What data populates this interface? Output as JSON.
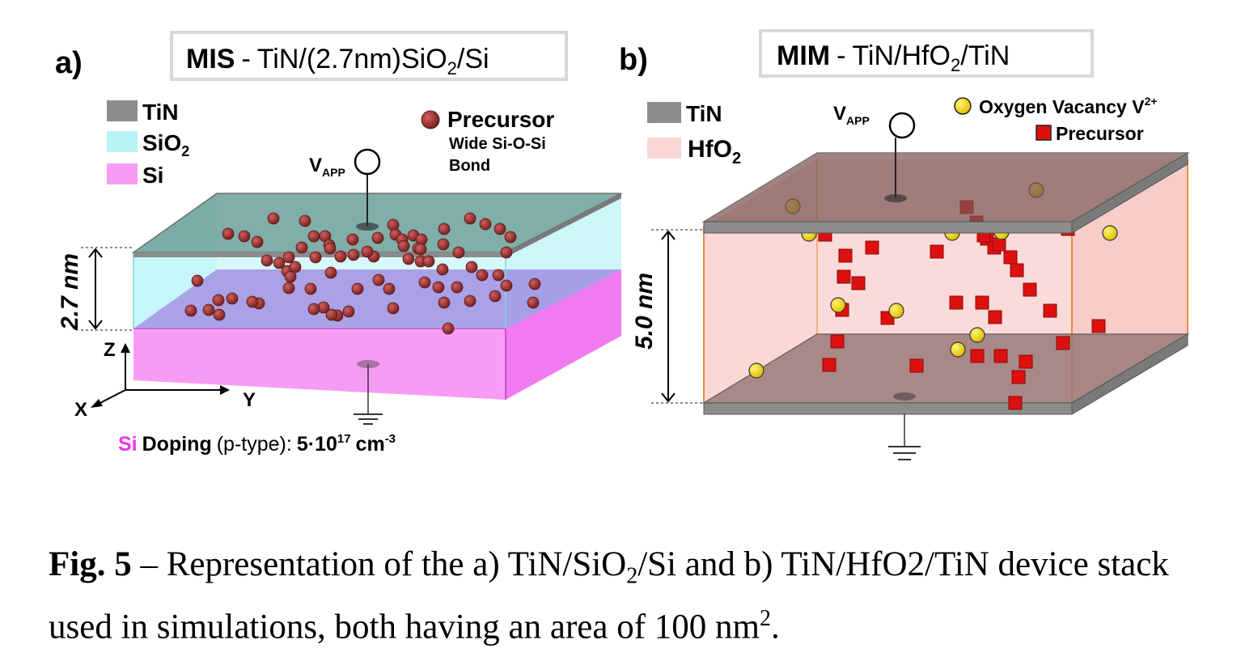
{
  "panel_a": {
    "letter": "a)",
    "title_bold": "MIS",
    "title_dash": "-",
    "title_rest": "TiN/(2.7nm)SiO",
    "title_sub": "2",
    "title_end": "/Si",
    "legend": {
      "tin": "TiN",
      "sio2": "SiO",
      "sio2_sub": "2",
      "si": "Si"
    },
    "precursor_legend": {
      "label": "Precursor",
      "line2": "Wide Si-O-Si",
      "line3": "Bond"
    },
    "vapp": "V",
    "vapp_sub": "APP",
    "thickness": "2.7 nm",
    "axes": {
      "z": "Z",
      "x": "X",
      "y": "Y"
    },
    "doping": {
      "si": "Si",
      "rest": "Doping",
      "paren": "(p-type):",
      "value": "5·10",
      "exp": "17",
      "unit": "cm",
      "unit_exp": "-3"
    }
  },
  "panel_b": {
    "letter": "b)",
    "title_bold": "MIM",
    "title_dash": "-",
    "title_rest": "TiN/HfO",
    "title_sub": "2",
    "title_end": "/TiN",
    "legend": {
      "tin": "TiN",
      "hfo2": "HfO",
      "hfo2_sub": "2"
    },
    "ov_legend": {
      "label": "Oxygen Vacancy V",
      "sup": "2+"
    },
    "precursor_legend": {
      "label": "Precursor"
    },
    "vapp": "V",
    "vapp_sub": "APP",
    "thickness": "5.0 nm"
  },
  "caption": {
    "fig": "Fig. 5",
    "text1": " – Representation of the a) TiN/SiO",
    "sub1": "2",
    "text2": "/Si and b) TiN/HfO2/TiN device stack used in simulations, both having an area of 100 nm",
    "sup": "2",
    "text3": "."
  },
  "colors": {
    "tin": "#8c8c8c",
    "sio2": "#b8f4f6",
    "si": "#f79cf5",
    "hfo2": "#f9d6d4",
    "precursor_a": "#a23a3a",
    "precursor_b": "#dd1010",
    "vacancy": "#f2d510"
  }
}
